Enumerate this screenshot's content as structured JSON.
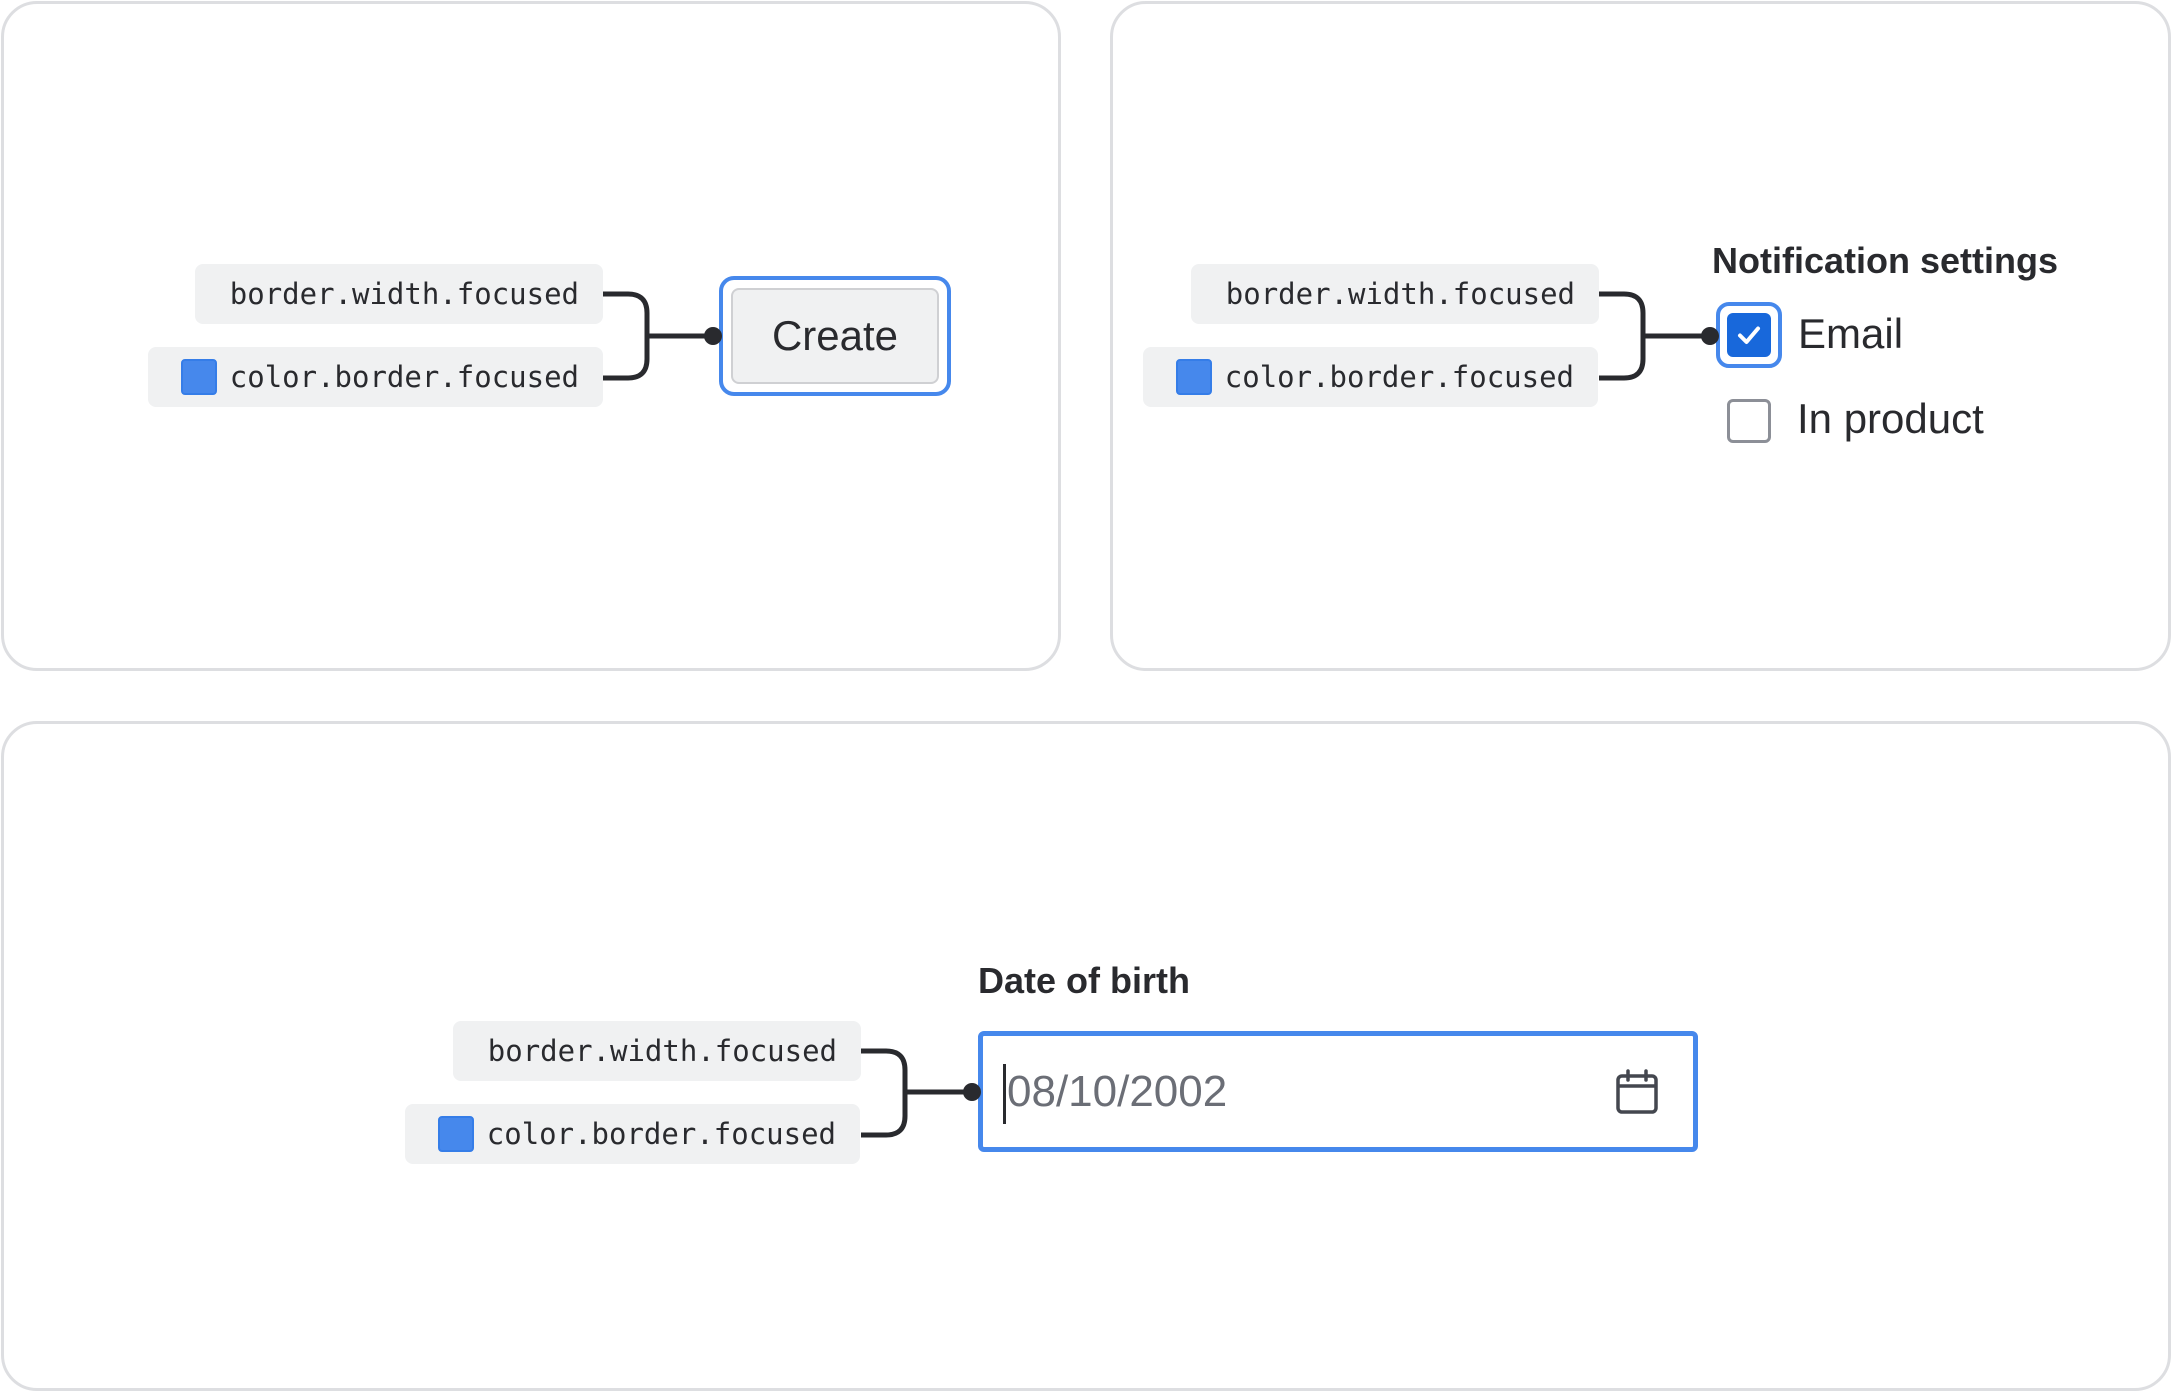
{
  "tokens": {
    "border_width": "border.width.focused",
    "border_color": "color.border.focused",
    "swatch_color": "#4688ec"
  },
  "button_example": {
    "button_label": "Create"
  },
  "checkbox_example": {
    "group_title": "Notification settings",
    "options": [
      {
        "label": "Email",
        "checked": true,
        "focused": true
      },
      {
        "label": "In product",
        "checked": false,
        "focused": false
      }
    ]
  },
  "date_example": {
    "label": "Date of birth",
    "value": "08/10/2002",
    "icon": "calendar-icon"
  },
  "colors": {
    "focus_ring": "#4688ec",
    "checkbox_fill": "#1868db",
    "text": "#292a2e",
    "card_border": "#dddee1",
    "token_background": "#f0f1f2"
  }
}
